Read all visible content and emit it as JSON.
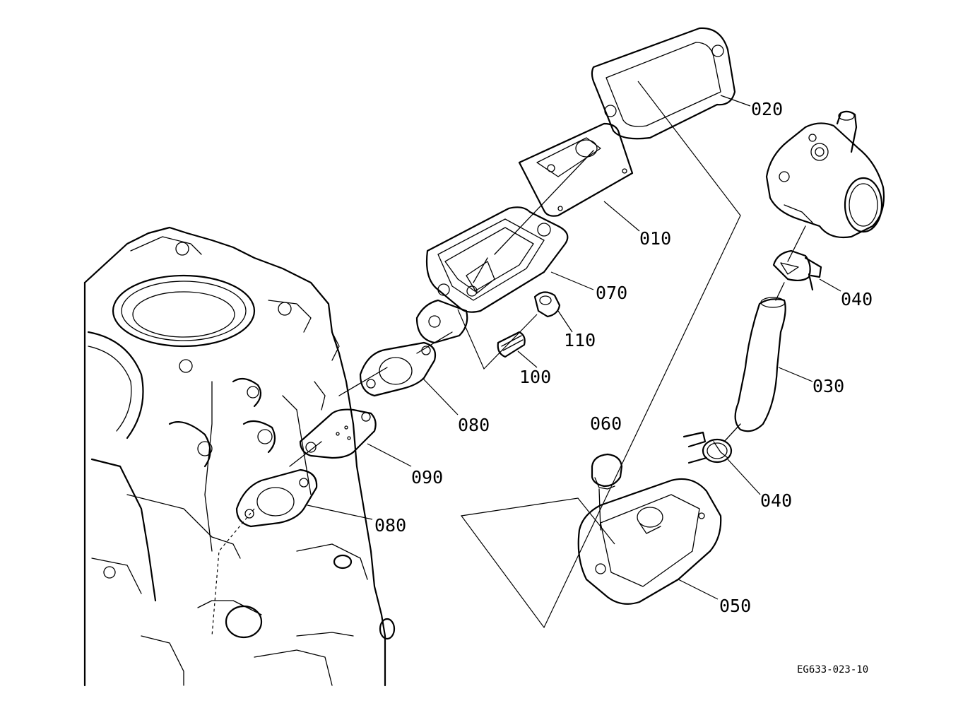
{
  "labels": {
    "p020": "020",
    "p010": "010",
    "p070": "070",
    "p110": "110",
    "p100": "100",
    "p080a": "080",
    "p090": "090",
    "p080b": "080",
    "p060": "060",
    "p050": "050",
    "p040a": "040",
    "p030": "030",
    "p040b": "040"
  },
  "figure_code": "EG633-023-10"
}
